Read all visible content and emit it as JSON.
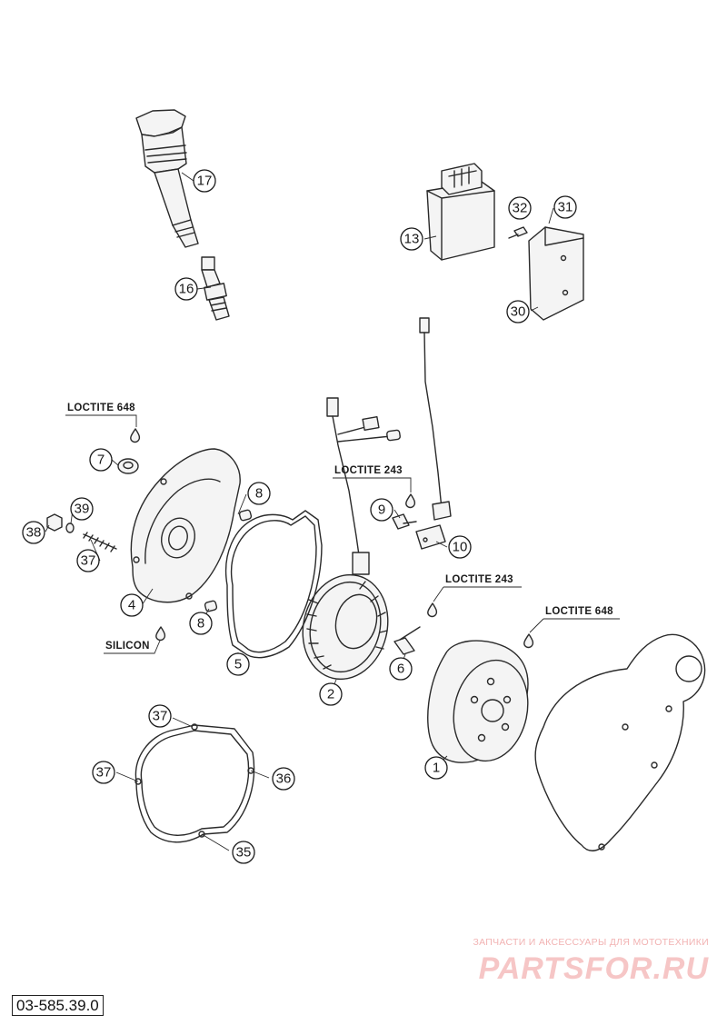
{
  "diagram": {
    "document_number": "03-585.39.0",
    "watermark": {
      "caption": "ЗАПЧАСТИ И АКСЕССУАРЫ ДЛЯ МОТОТЕХНИКИ",
      "brand": "PARTSFOR.RU"
    },
    "callouts": {
      "p1": "1",
      "p2": "2",
      "p4": "4",
      "p5": "5",
      "p6": "6",
      "p7": "7",
      "p8a": "8",
      "p8b": "8",
      "p9": "9",
      "p10": "10",
      "p13": "13",
      "p16": "16",
      "p17": "17",
      "p30": "30",
      "p31": "31",
      "p32": "32",
      "p35": "35",
      "p36": "36",
      "p37a": "37",
      "p37b": "37",
      "p37c": "37",
      "p38": "38",
      "p39": "39"
    },
    "notes": {
      "loctite_648_cover": "LOCTITE 648",
      "loctite_243_pickup": "LOCTITE 243",
      "loctite_243_screw": "LOCTITE 243",
      "loctite_648_rotor": "LOCTITE 648",
      "silicon": "SILICON"
    }
  }
}
